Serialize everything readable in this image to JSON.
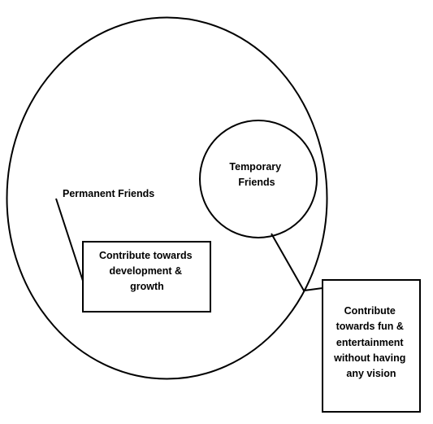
{
  "diagram": {
    "inner_circle": {
      "line1": "Temporary",
      "line2": "Friends"
    },
    "outer_label": "Permanent Friends",
    "left_box": {
      "line1": "Contribute towards",
      "line2": "development &",
      "line3": "growth"
    },
    "right_box": {
      "line1": "Contribute",
      "line2": "towards fun &",
      "line3": "entertainment",
      "line4": "without having",
      "line5": "any vision"
    }
  }
}
